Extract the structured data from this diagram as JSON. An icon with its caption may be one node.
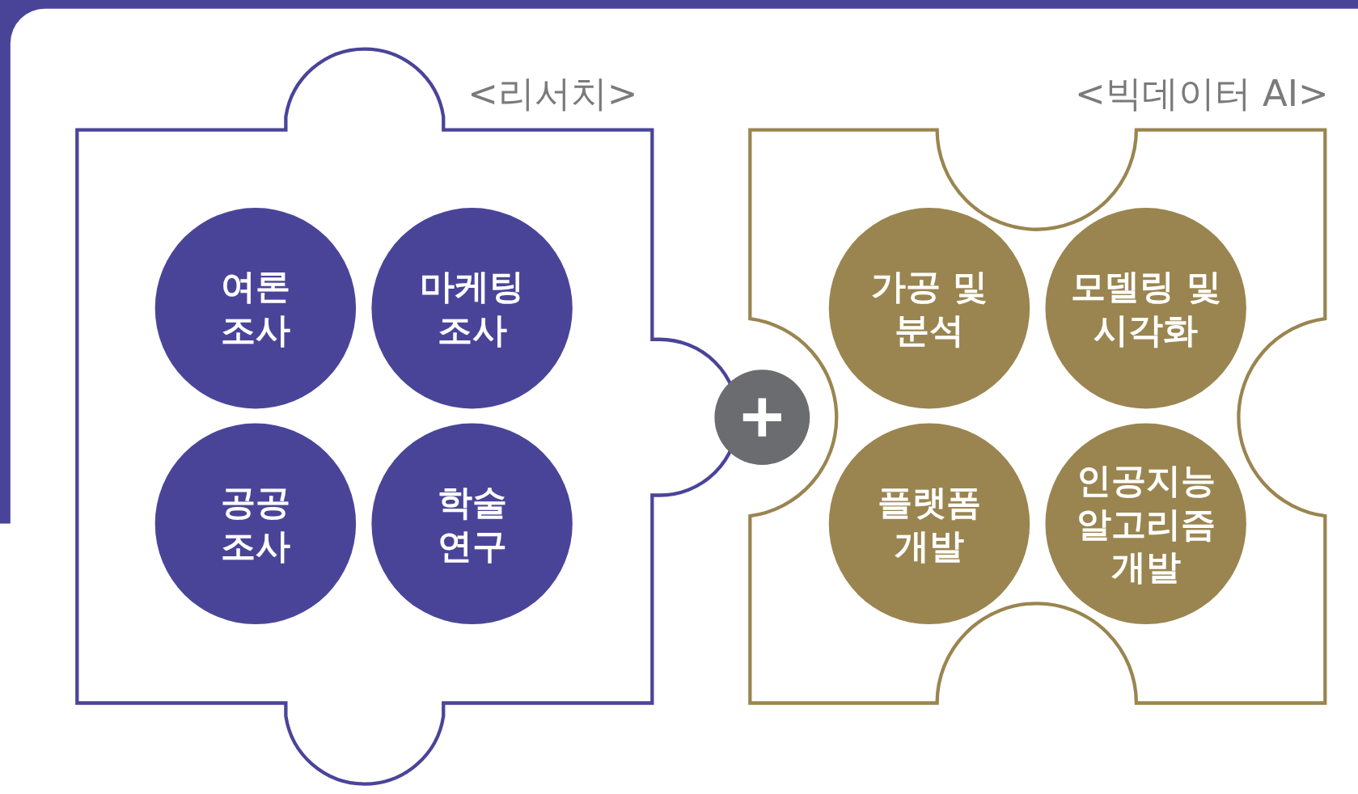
{
  "diagram": {
    "nodes": [
      {
        "text": [
          "<리서치>"
        ]
      },
      {
        "text": [
          "여론 조사"
        ],
        "in": 0
      },
      {
        "text": [
          "마케팅 조사"
        ],
        "in": 0
      },
      {
        "text": [
          "공공 조사"
        ],
        "in": 0
      },
      {
        "text": [
          "학술 연구"
        ],
        "in": 0
      },
      {
        "text": [],
        "shape": "circle"
      },
      {
        "text": [
          "<빅데이터 AI>"
        ]
      },
      {
        "text": [
          "가공 및 분석"
        ],
        "in": 6
      },
      {
        "text": [
          "모델링 및 시각화"
        ],
        "in": 6
      },
      {
        "text": [
          "플랫폼 개발"
        ],
        "in": 6
      },
      {
        "text": [
          "인공지능 알고리즘 개발"
        ],
        "in": 6
      }
    ],
    "edges": []
  }
}
